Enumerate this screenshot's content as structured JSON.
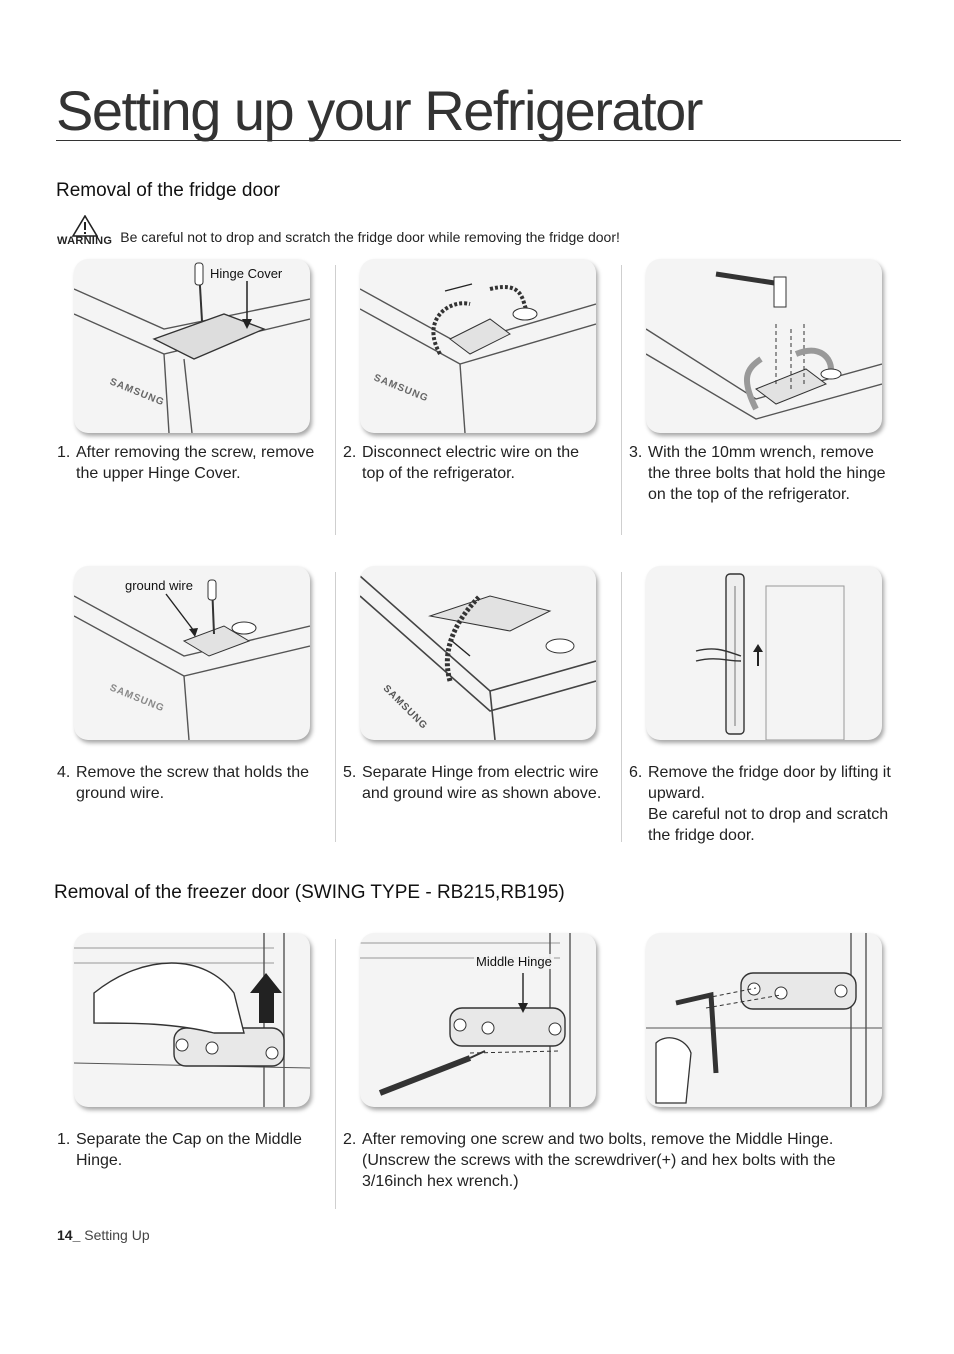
{
  "page": {
    "title": "Setting up your Refrigerator"
  },
  "section1": {
    "heading": "Removal of the fridge door",
    "warning_label": "WARNING",
    "warning_text": "Be careful not to drop and scratch the fridge door while removing the fridge door!",
    "steps": [
      {
        "num": "1.",
        "text": "After removing the screw, remove the upper Hinge Cover.",
        "callout": "Hinge Cover"
      },
      {
        "num": "2.",
        "text": "Disconnect electric wire on the top of the refrigerator."
      },
      {
        "num": "3.",
        "text": "With the 10mm wrench, remove the three bolts that hold the hinge on the top of the refrigerator."
      },
      {
        "num": "4.",
        "text": "Remove the screw that holds the ground wire.",
        "callout": "ground wire"
      },
      {
        "num": "5.",
        "text": "Separate Hinge from electric wire and ground wire as shown above."
      },
      {
        "num": "6.",
        "text": "Remove the fridge door by lifting it upward.",
        "text2": "Be careful not to drop and scratch the fridge door."
      }
    ]
  },
  "section2": {
    "heading": "Removal of the freezer door (SWING TYPE - RB215,RB195)",
    "steps": [
      {
        "num": "1.",
        "text": "Separate the Cap on the Middle Hinge."
      },
      {
        "num": "2.",
        "text": "After removing one screw and two bolts, remove the Middle Hinge. (Unscrew the screws with the screwdriver(+) and hex bolts with the 3/16inch hex wrench.)",
        "callout": "Middle Hinge"
      }
    ]
  },
  "brand_mark": "SAMSUNG",
  "footer": {
    "page_number": "14_",
    "section": "Setting Up"
  }
}
